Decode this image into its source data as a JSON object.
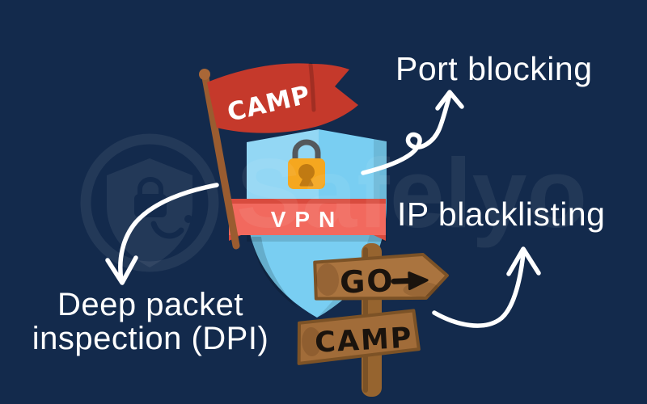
{
  "canvas": {
    "background_color": "#132a4c"
  },
  "watermark": {
    "brand": "Safelyo",
    "color": "rgba(255,255,255,0.07)"
  },
  "callouts": {
    "port_blocking": "Port blocking",
    "ip_blacklisting": "IP blacklisting",
    "deep_packet_inspection": "Deep packet inspection (DPI)"
  },
  "illustration": {
    "flag": {
      "label": "CAMP",
      "flag_color": "#c5392b",
      "pole_color": "#9a5c30"
    },
    "shield": {
      "color": "#79cef2"
    },
    "padlock": {
      "body_color": "#f5a71f",
      "shackle_color": "#54585c",
      "keyhole_color": "#c07a12"
    },
    "vpn_banner": {
      "label": "VPN",
      "color": "#f2695e",
      "edge_color": "#d84b3e",
      "text_color": "#ffffff"
    },
    "signpost": {
      "top_label": "GO",
      "bottom_label": "CAMP",
      "wood_color": "#aa743f",
      "text_color": "#1a130d"
    },
    "arrow_color": "#ffffff"
  }
}
